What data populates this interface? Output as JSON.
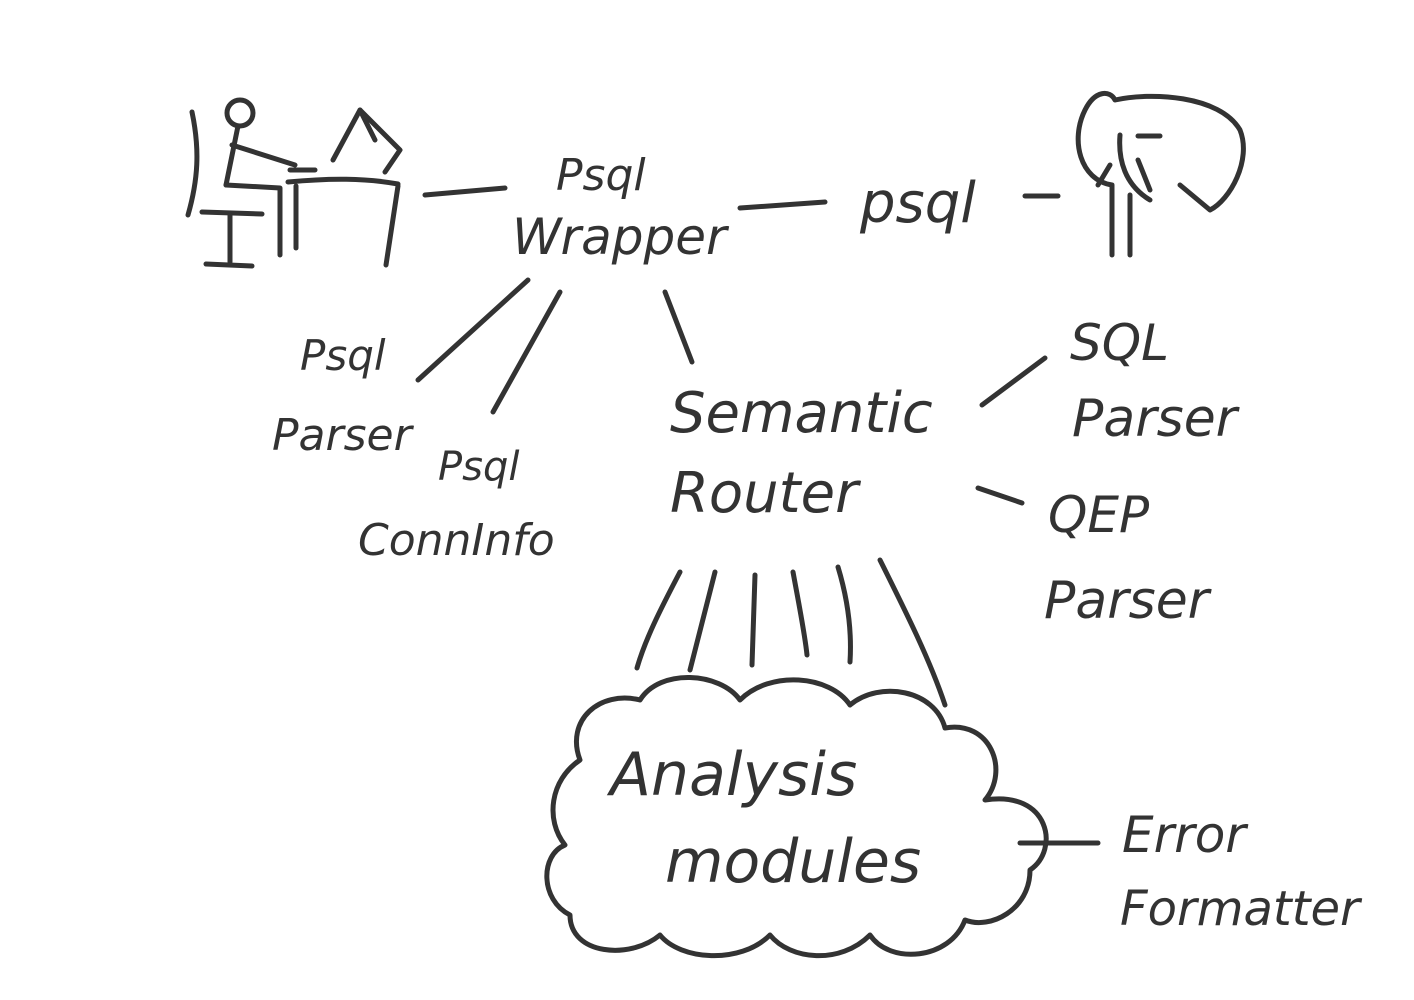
{
  "diagram": {
    "nodes": {
      "psql_wrapper": [
        "Psql",
        "Wrapper"
      ],
      "psql_link": "psql",
      "psql_parser": [
        "Psql",
        "Parser"
      ],
      "psql_conninfo": [
        "Psql",
        "ConnInfo"
      ],
      "semantic_router": [
        "Semantic",
        "Router"
      ],
      "sql_parser": [
        "SQL",
        "Parser"
      ],
      "qep_parser": [
        "QEP",
        "Parser"
      ],
      "analysis_modules": [
        "Analysis",
        "modules"
      ],
      "error_formatter": [
        "Error",
        "Formatter"
      ]
    },
    "icons": {
      "user": "person-at-computer-icon",
      "database": "postgres-elephant-icon"
    },
    "colors": {
      "ink": "#333333",
      "background": "#ffffff"
    }
  }
}
